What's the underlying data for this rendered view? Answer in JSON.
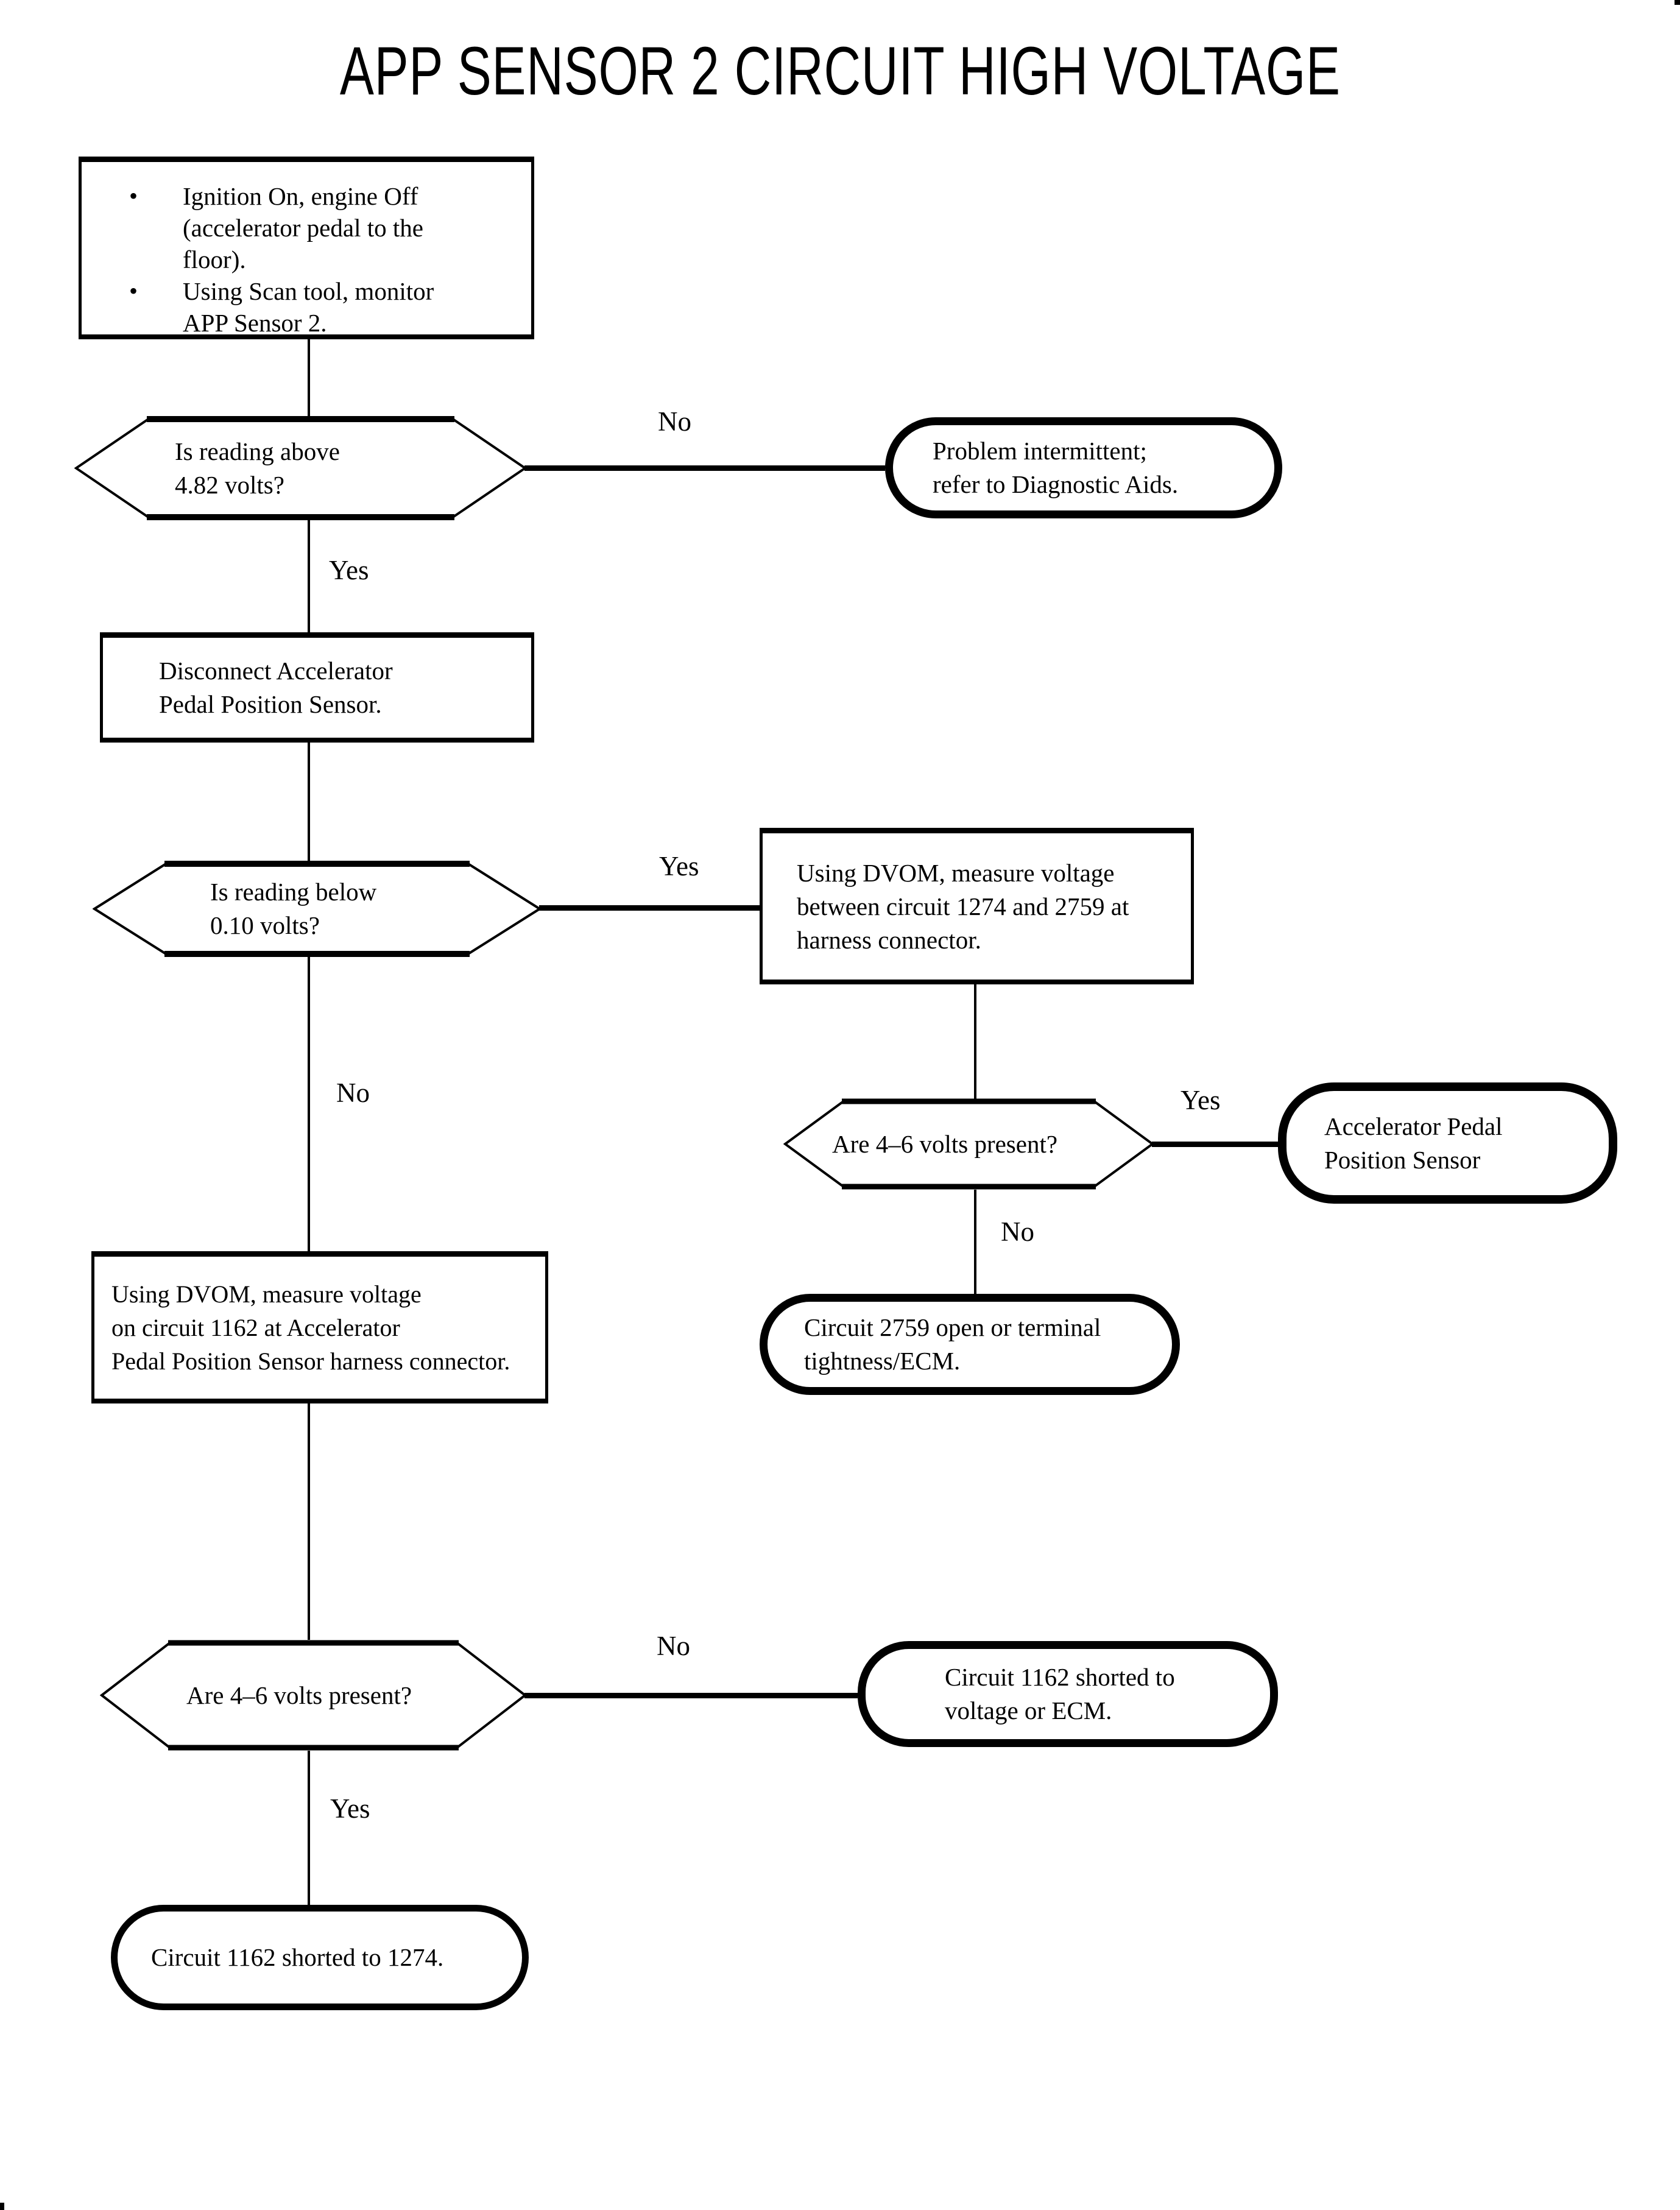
{
  "title": "APP SENSOR 2 CIRCUIT HIGH VOLTAGE",
  "nodes": {
    "start": {
      "shape": "process",
      "bullets": [
        {
          "lines": [
            "Ignition On, engine Off",
            "(accelerator pedal to the",
            "floor)."
          ]
        },
        {
          "lines": [
            "Using Scan tool, monitor",
            "APP Sensor 2."
          ]
        }
      ]
    },
    "q_above_482": {
      "shape": "decision",
      "lines": [
        "Is reading above",
        "4.82 volts?"
      ]
    },
    "problem_intermittent": {
      "shape": "terminal",
      "lines": [
        "Problem intermittent;",
        "refer to Diagnostic Aids."
      ]
    },
    "disconnect_app": {
      "shape": "process",
      "lines": [
        "Disconnect Accelerator",
        "Pedal Position Sensor."
      ]
    },
    "q_below_010": {
      "shape": "decision",
      "lines": [
        "Is reading below",
        "0.10 volts?"
      ]
    },
    "measure_1274_2759": {
      "shape": "process",
      "lines": [
        "Using DVOM, measure voltage",
        "between circuit 1274 and 2759 at",
        "harness connector."
      ]
    },
    "q_46_right": {
      "shape": "decision",
      "lines": [
        "Are 4–6 volts present?"
      ]
    },
    "app_sensor": {
      "shape": "terminal",
      "lines": [
        "Accelerator Pedal",
        "Position Sensor"
      ]
    },
    "circuit_2759_open": {
      "shape": "terminal",
      "lines": [
        "Circuit 2759 open or terminal",
        "tightness/ECM."
      ]
    },
    "measure_1162": {
      "shape": "process",
      "lines": [
        "Using DVOM, measure voltage",
        "on circuit 1162 at Accelerator",
        "Pedal Position Sensor harness connector."
      ]
    },
    "q_46_left": {
      "shape": "decision",
      "lines": [
        "Are 4–6 volts present?"
      ]
    },
    "circuit_1162_voltage": {
      "shape": "terminal",
      "lines": [
        "Circuit 1162 shorted to",
        "voltage or ECM."
      ]
    },
    "circuit_1162_1274": {
      "shape": "terminal",
      "lines": [
        "Circuit 1162 shorted to 1274."
      ]
    }
  },
  "edges": [
    {
      "from": "start",
      "to": "q_above_482",
      "label": ""
    },
    {
      "from": "q_above_482",
      "to": "problem_intermittent",
      "label": "No"
    },
    {
      "from": "q_above_482",
      "to": "disconnect_app",
      "label": "Yes"
    },
    {
      "from": "disconnect_app",
      "to": "q_below_010",
      "label": ""
    },
    {
      "from": "q_below_010",
      "to": "measure_1274_2759",
      "label": "Yes"
    },
    {
      "from": "measure_1274_2759",
      "to": "q_46_right",
      "label": ""
    },
    {
      "from": "q_46_right",
      "to": "app_sensor",
      "label": "Yes"
    },
    {
      "from": "q_46_right",
      "to": "circuit_2759_open",
      "label": "No"
    },
    {
      "from": "q_below_010",
      "to": "measure_1162",
      "label": "No"
    },
    {
      "from": "measure_1162",
      "to": "q_46_left",
      "label": ""
    },
    {
      "from": "q_46_left",
      "to": "circuit_1162_voltage",
      "label": "No"
    },
    {
      "from": "q_46_left",
      "to": "circuit_1162_1274",
      "label": "Yes"
    }
  ]
}
